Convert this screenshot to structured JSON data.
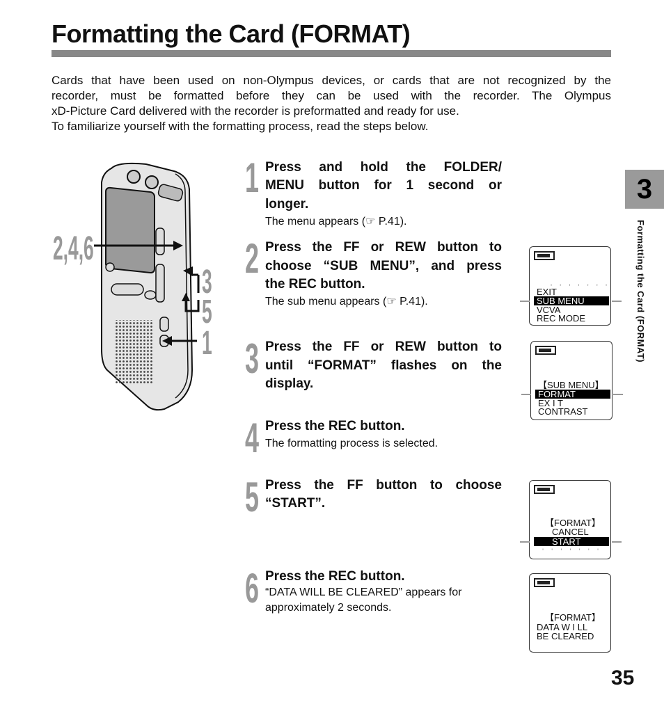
{
  "title": "Formatting the Card (FORMAT)",
  "intro": {
    "line1": "Cards that have been used on non-Olympus devices, or cards that are not recognized by the",
    "line2": "recorder, must be formatted before they can be used with the recorder. The Olympus",
    "line3": "xD-Picture Card delivered with the recorder is preformatted and ready for use.",
    "line4": "To familiarize yourself with the formatting process, read the steps below."
  },
  "chapter_tab": "3",
  "side_label": "Formatting the Card (FORMAT)",
  "page_number": "35",
  "callouts": {
    "left": "2,4,6",
    "r1": "3",
    "r2": "5",
    "r3": "1"
  },
  "steps": [
    {
      "num": "1",
      "l1": "Press and hold the FOLDER/",
      "l2": "MENU button for 1 second or",
      "l3": "longer.",
      "sub": "The menu appears (☞ P.41)."
    },
    {
      "num": "2",
      "l1": "Press the FF or REW button to",
      "l2": "choose “SUB MENU”, and press",
      "l3": "the REC button.",
      "sub": "The sub menu appears (☞ P.41)."
    },
    {
      "num": "3",
      "l1": "Press the FF or REW button to",
      "l2": "until “FORMAT” flashes on the",
      "l3": "display.",
      "sub": ""
    },
    {
      "num": "4",
      "l1": "Press the REC button.",
      "sub": "The formatting process is selected."
    },
    {
      "num": "5",
      "l1": "Press the FF button to choose",
      "l2": "“START”.",
      "sub": ""
    },
    {
      "num": "6",
      "l1": "Press the REC button.",
      "sub1": "“DATA WILL BE CLEARED” appears for",
      "sub2": "approximately 2 seconds."
    }
  ],
  "lcd": {
    "s2": {
      "l1": "EXIT",
      "l2": "SUB MENU",
      "l3": "VCVA",
      "l4": "REC MODE"
    },
    "s3": {
      "l1": "【SUB   MENU】",
      "l2": "FORMAT",
      "l3": "EX I T",
      "l4": "CONTRAST"
    },
    "s5": {
      "l1": "【FORMAT】",
      "l2": "CANCEL",
      "l3": "START"
    },
    "s6": {
      "l1": "【FORMAT】",
      "l2": "DATA  W I LL",
      "l3": "BE  CLEARED"
    }
  }
}
